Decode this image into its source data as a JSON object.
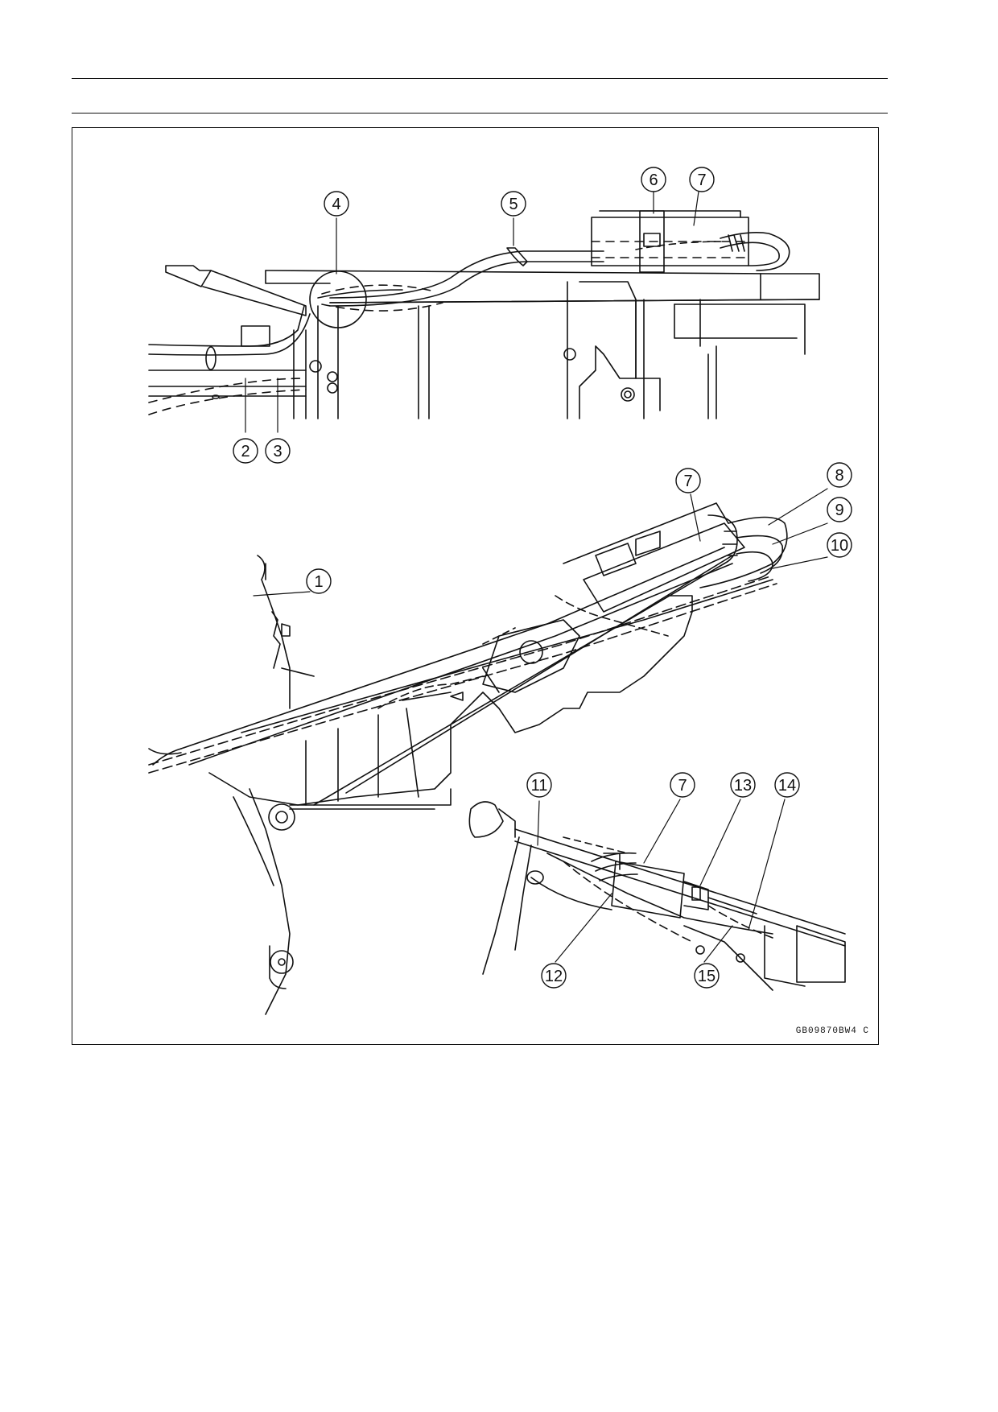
{
  "diagram": {
    "callouts": [
      "1",
      "2",
      "3",
      "4",
      "5",
      "6",
      "7",
      "7",
      "7",
      "8",
      "9",
      "10",
      "11",
      "12",
      "13",
      "14",
      "15"
    ],
    "figure_code": "GB09870BW4  C"
  }
}
